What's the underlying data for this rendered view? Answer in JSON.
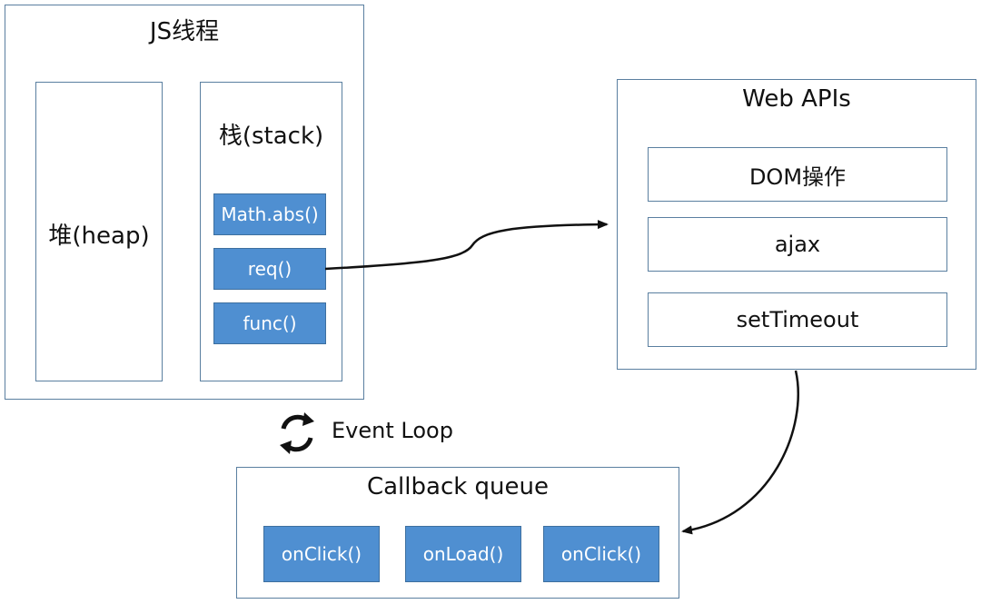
{
  "js_thread": {
    "title": "JS线程",
    "heap_label": "堆(heap)",
    "stack": {
      "title": "栈(stack)",
      "frames": [
        "Math.abs()",
        "req()",
        "func()"
      ]
    }
  },
  "web_apis": {
    "title": "Web APIs",
    "items": [
      "DOM操作",
      "ajax",
      "setTimeout"
    ]
  },
  "event_loop": {
    "label": "Event Loop",
    "icon": "refresh-cycle-icon"
  },
  "callback_queue": {
    "title": "Callback queue",
    "items": [
      "onClick()",
      "onLoad()",
      "onClick()"
    ]
  },
  "colors": {
    "frame_fill": "#4f8fd1",
    "border": "#5a7fa0"
  }
}
